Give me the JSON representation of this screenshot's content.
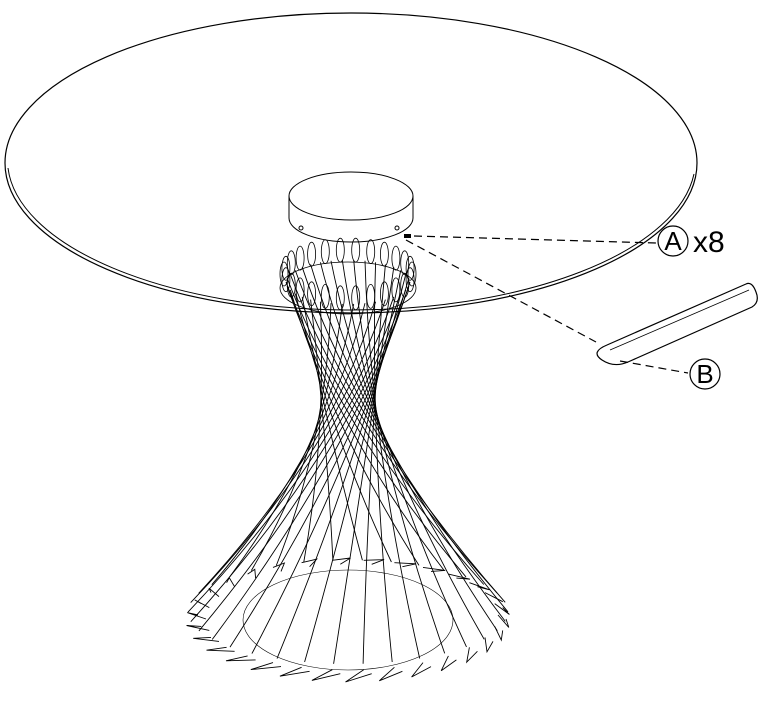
{
  "callouts": {
    "a": {
      "letter": "A",
      "quantity": "x8"
    },
    "b": {
      "letter": "B"
    }
  },
  "colors": {
    "line": "#000000",
    "background": "#ffffff"
  },
  "parts": [
    "glass-tabletop",
    "top-mounting-plate",
    "wire-pedestal-base",
    "screw",
    "allen-key"
  ]
}
